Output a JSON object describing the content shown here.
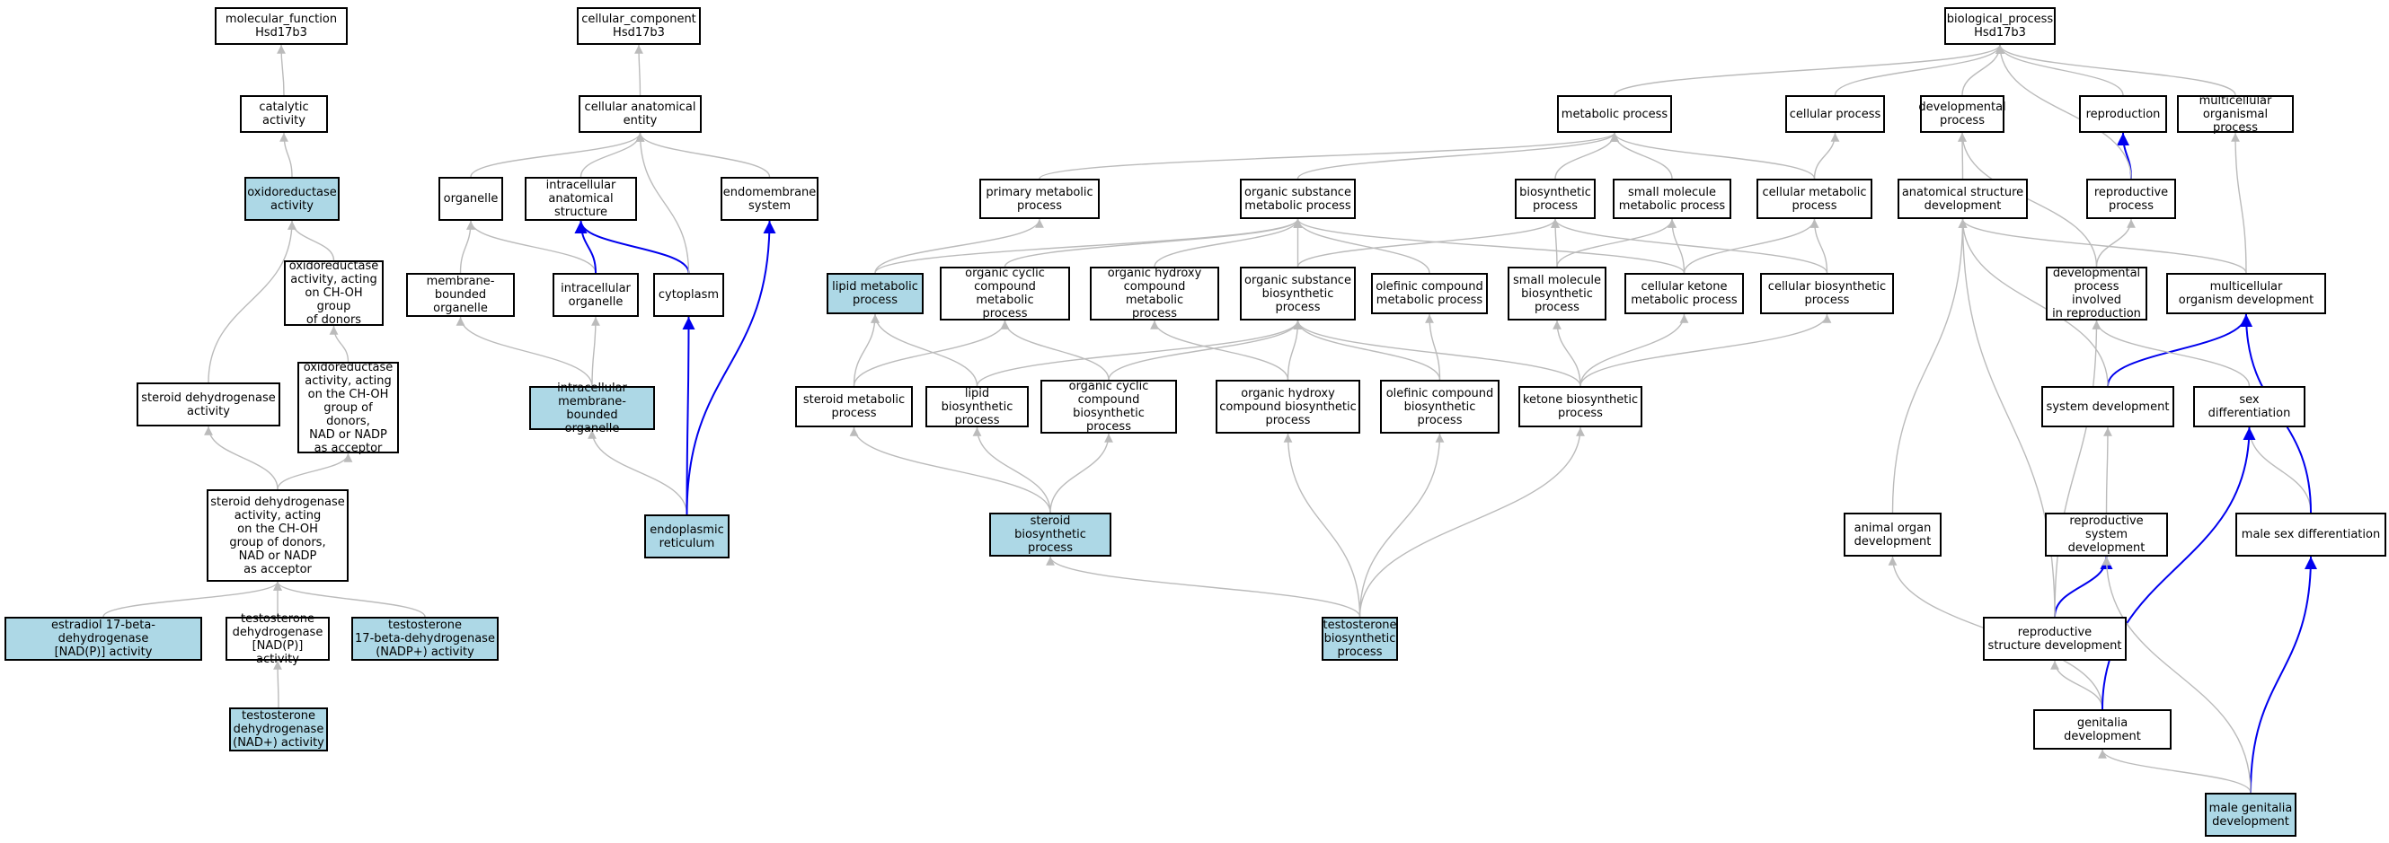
{
  "colors": {
    "edge": "#bbbbbb",
    "edge_highlight": "#0000ee",
    "highlight_fill": "#add8e6",
    "node_fill": "#ffffff",
    "node_border": "#000000"
  },
  "nodes": [
    {
      "id": "mf",
      "label": "molecular_function\nHsd17b3"
    },
    {
      "id": "cat",
      "label": "catalytic activity"
    },
    {
      "id": "oxi",
      "label": "oxidoreductase\nactivity",
      "highlight": true
    },
    {
      "id": "oxich",
      "label": "oxidoreductase\nactivity, acting\non CH-OH group\nof donors"
    },
    {
      "id": "oxinad",
      "label": "oxidoreductase\nactivity, acting\non the CH-OH\ngroup of donors,\nNAD or NADP\nas acceptor"
    },
    {
      "id": "sdh",
      "label": "steroid dehydrogenase\nactivity"
    },
    {
      "id": "sdhch",
      "label": "steroid dehydrogenase\nactivity, acting\non the CH-OH\ngroup of donors,\nNAD or NADP\nas acceptor"
    },
    {
      "id": "e17",
      "label": "estradiol 17-beta-dehydrogenase\n[NAD(P)] activity",
      "highlight": true
    },
    {
      "id": "tdnadp",
      "label": "testosterone\ndehydrogenase\n[NAD(P)] activity"
    },
    {
      "id": "t17",
      "label": "testosterone\n17-beta-dehydrogenase\n(NADP+) activity",
      "highlight": true
    },
    {
      "id": "tdnad",
      "label": "testosterone\ndehydrogenase\n(NAD+) activity",
      "highlight": true
    },
    {
      "id": "cc",
      "label": "cellular_component\nHsd17b3"
    },
    {
      "id": "cae",
      "label": "cellular anatomical\nentity"
    },
    {
      "id": "org",
      "label": "organelle"
    },
    {
      "id": "ias",
      "label": "intracellular\nanatomical structure"
    },
    {
      "id": "ems",
      "label": "endomembrane\nsystem"
    },
    {
      "id": "mbo",
      "label": "membrane-bounded\norganelle"
    },
    {
      "id": "io",
      "label": "intracellular\norganelle"
    },
    {
      "id": "cyto",
      "label": "cytoplasm"
    },
    {
      "id": "imbo",
      "label": "intracellular\nmembrane-bounded\norganelle",
      "highlight": true
    },
    {
      "id": "er",
      "label": "endoplasmic\nreticulum",
      "highlight": true
    },
    {
      "id": "bp",
      "label": "biological_process\nHsd17b3"
    },
    {
      "id": "metp",
      "label": "metabolic process"
    },
    {
      "id": "cellp",
      "label": "cellular process"
    },
    {
      "id": "devp",
      "label": "developmental\nprocess"
    },
    {
      "id": "repro",
      "label": "reproduction"
    },
    {
      "id": "multi",
      "label": "multicellular\norganismal process"
    },
    {
      "id": "pmp",
      "label": "primary metabolic\nprocess"
    },
    {
      "id": "osmp",
      "label": "organic substance\nmetabolic process"
    },
    {
      "id": "biop",
      "label": "biosynthetic\nprocess"
    },
    {
      "id": "smmp",
      "label": "small molecule\nmetabolic process"
    },
    {
      "id": "cmp",
      "label": "cellular metabolic\nprocess"
    },
    {
      "id": "asd",
      "label": "anatomical structure\ndevelopment"
    },
    {
      "id": "rp",
      "label": "reproductive\nprocess"
    },
    {
      "id": "lmp",
      "label": "lipid metabolic\nprocess",
      "highlight": true
    },
    {
      "id": "occmp",
      "label": "organic cyclic\ncompound metabolic\nprocess"
    },
    {
      "id": "ohcmp",
      "label": "organic hydroxy\ncompound metabolic\nprocess"
    },
    {
      "id": "osbp",
      "label": "organic substance\nbiosynthetic\nprocess"
    },
    {
      "id": "ocmp",
      "label": "olefinic compound\nmetabolic process"
    },
    {
      "id": "smbp",
      "label": "small molecule\nbiosynthetic\nprocess"
    },
    {
      "id": "ckmp",
      "label": "cellular ketone\nmetabolic process"
    },
    {
      "id": "cbp",
      "label": "cellular biosynthetic\nprocess"
    },
    {
      "id": "dpir",
      "label": "developmental\nprocess involved\nin reproduction"
    },
    {
      "id": "mod",
      "label": "multicellular\norganism development"
    },
    {
      "id": "smp",
      "label": "steroid metabolic\nprocess"
    },
    {
      "id": "lbp",
      "label": "lipid biosynthetic\nprocess"
    },
    {
      "id": "occbp",
      "label": "organic cyclic\ncompound biosynthetic\nprocess"
    },
    {
      "id": "ohcbp",
      "label": "organic hydroxy\ncompound biosynthetic\nprocess"
    },
    {
      "id": "ocbp",
      "label": "olefinic compound\nbiosynthetic\nprocess"
    },
    {
      "id": "kbp",
      "label": "ketone biosynthetic\nprocess"
    },
    {
      "id": "sysd",
      "label": "system development"
    },
    {
      "id": "sexd",
      "label": "sex differentiation"
    },
    {
      "id": "sbp",
      "label": "steroid biosynthetic\nprocess",
      "highlight": true
    },
    {
      "id": "aod",
      "label": "animal organ\ndevelopment"
    },
    {
      "id": "rsd",
      "label": "reproductive\nsystem development"
    },
    {
      "id": "msd",
      "label": "male sex differentiation"
    },
    {
      "id": "tbp",
      "label": "testosterone\nbiosynthetic\nprocess",
      "highlight": true
    },
    {
      "id": "rstd",
      "label": "reproductive\nstructure development"
    },
    {
      "id": "gd",
      "label": "genitalia development"
    },
    {
      "id": "mgd",
      "label": "male genitalia\ndevelopment",
      "highlight": true
    }
  ],
  "edges": [
    [
      "cat",
      "mf"
    ],
    [
      "oxi",
      "cat"
    ],
    [
      "oxich",
      "oxi"
    ],
    [
      "oxinad",
      "oxich"
    ],
    [
      "sdh",
      "oxi"
    ],
    [
      "sdhch",
      "sdh"
    ],
    [
      "sdhch",
      "oxinad"
    ],
    [
      "e17",
      "sdhch"
    ],
    [
      "tdnadp",
      "sdhch"
    ],
    [
      "t17",
      "sdhch"
    ],
    [
      "tdnad",
      "tdnadp"
    ],
    [
      "cae",
      "cc"
    ],
    [
      "org",
      "cae"
    ],
    [
      "ias",
      "cae"
    ],
    [
      "ems",
      "cae"
    ],
    [
      "mbo",
      "org"
    ],
    [
      "io",
      "org"
    ],
    [
      "io",
      "ias",
      1
    ],
    [
      "cyto",
      "ias",
      1
    ],
    [
      "cyto",
      "cae"
    ],
    [
      "imbo",
      "mbo"
    ],
    [
      "imbo",
      "io"
    ],
    [
      "er",
      "imbo"
    ],
    [
      "er",
      "cyto",
      1
    ],
    [
      "er",
      "ems",
      1
    ],
    [
      "metp",
      "bp"
    ],
    [
      "cellp",
      "bp"
    ],
    [
      "devp",
      "bp"
    ],
    [
      "repro",
      "bp"
    ],
    [
      "multi",
      "bp"
    ],
    [
      "pmp",
      "metp"
    ],
    [
      "osmp",
      "metp"
    ],
    [
      "biop",
      "metp"
    ],
    [
      "smmp",
      "metp"
    ],
    [
      "cmp",
      "metp"
    ],
    [
      "cmp",
      "cellp"
    ],
    [
      "asd",
      "devp"
    ],
    [
      "rp",
      "repro",
      1
    ],
    [
      "rp",
      "bp"
    ],
    [
      "lmp",
      "pmp"
    ],
    [
      "lmp",
      "osmp"
    ],
    [
      "occmp",
      "osmp"
    ],
    [
      "ohcmp",
      "osmp"
    ],
    [
      "osbp",
      "osmp"
    ],
    [
      "osbp",
      "biop"
    ],
    [
      "ocmp",
      "osmp"
    ],
    [
      "smbp",
      "biop"
    ],
    [
      "smbp",
      "smmp"
    ],
    [
      "ckmp",
      "smmp"
    ],
    [
      "ckmp",
      "cmp"
    ],
    [
      "ckmp",
      "osmp"
    ],
    [
      "cbp",
      "cmp"
    ],
    [
      "cbp",
      "biop"
    ],
    [
      "dpir",
      "devp"
    ],
    [
      "dpir",
      "rp"
    ],
    [
      "mod",
      "multi"
    ],
    [
      "mod",
      "asd"
    ],
    [
      "smp",
      "lmp"
    ],
    [
      "smp",
      "occmp"
    ],
    [
      "lbp",
      "lmp"
    ],
    [
      "lbp",
      "osbp"
    ],
    [
      "occbp",
      "occmp"
    ],
    [
      "occbp",
      "osbp"
    ],
    [
      "ohcbp",
      "ohcmp"
    ],
    [
      "ohcbp",
      "osbp"
    ],
    [
      "ocbp",
      "ocmp"
    ],
    [
      "ocbp",
      "osbp"
    ],
    [
      "kbp",
      "ckmp"
    ],
    [
      "kbp",
      "smbp"
    ],
    [
      "kbp",
      "cbp"
    ],
    [
      "kbp",
      "osbp"
    ],
    [
      "sysd",
      "mod",
      1
    ],
    [
      "sysd",
      "asd"
    ],
    [
      "sexd",
      "dpir"
    ],
    [
      "sbp",
      "smp"
    ],
    [
      "sbp",
      "lbp"
    ],
    [
      "sbp",
      "occbp"
    ],
    [
      "aod",
      "asd"
    ],
    [
      "rsd",
      "sysd"
    ],
    [
      "msd",
      "sexd"
    ],
    [
      "msd",
      "mod",
      1
    ],
    [
      "tbp",
      "sbp"
    ],
    [
      "tbp",
      "ohcbp"
    ],
    [
      "tbp",
      "ocbp"
    ],
    [
      "tbp",
      "kbp"
    ],
    [
      "rstd",
      "rsd",
      1
    ],
    [
      "rstd",
      "asd"
    ],
    [
      "rstd",
      "dpir"
    ],
    [
      "gd",
      "rstd"
    ],
    [
      "gd",
      "aod"
    ],
    [
      "gd",
      "sexd",
      1
    ],
    [
      "mgd",
      "gd"
    ],
    [
      "mgd",
      "msd",
      1
    ],
    [
      "mgd",
      "rsd"
    ]
  ]
}
